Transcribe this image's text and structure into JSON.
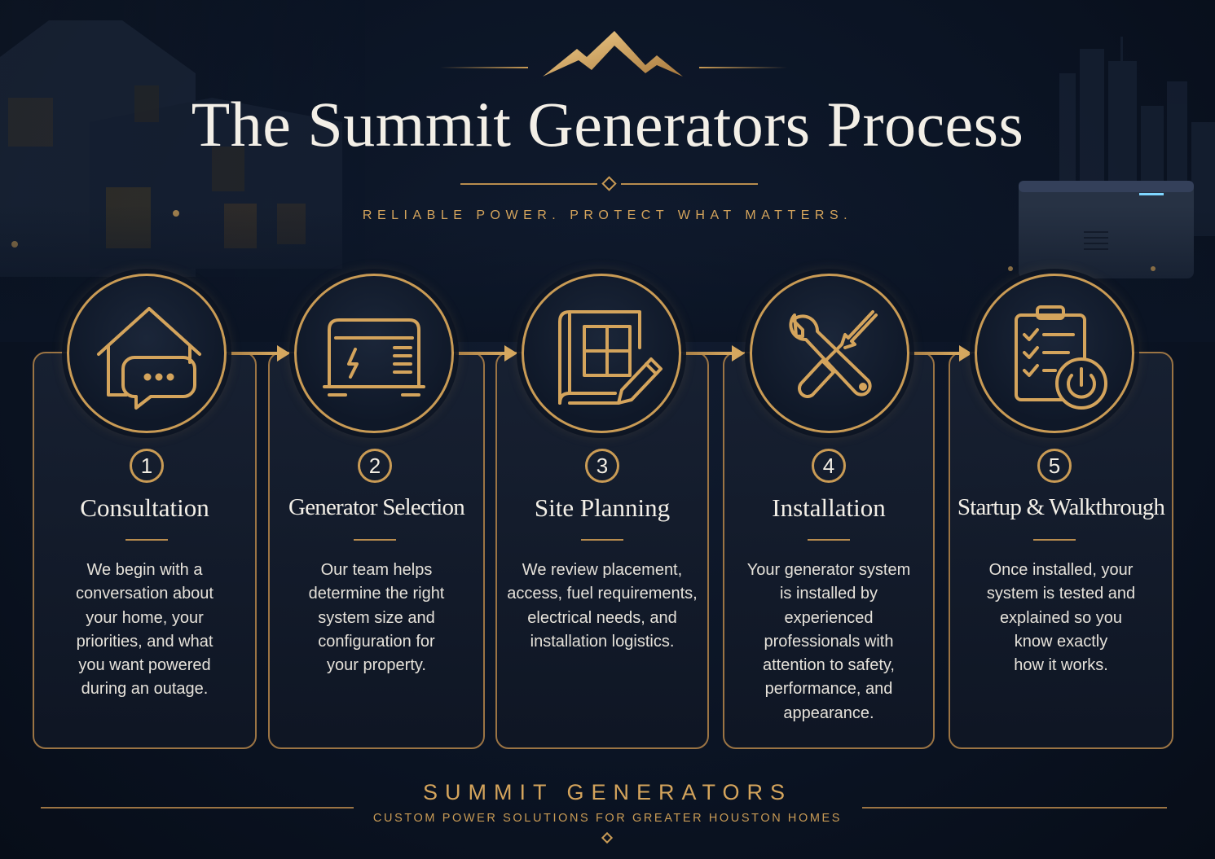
{
  "header": {
    "title": "The Summit Generators Process",
    "tagline": "RELIABLE POWER. PROTECT WHAT MATTERS."
  },
  "colors": {
    "background": "#0b1424",
    "gold": "#c99b55",
    "text": "#f3efe7"
  },
  "steps": [
    {
      "number": "1",
      "title": "Consultation",
      "icon": "house-chat-icon",
      "description": "We begin with a\nconversation about\nyour home, your\npriorities, and what\nyou want powered\nduring an outage."
    },
    {
      "number": "2",
      "title": "Generator Selection",
      "icon": "generator-icon",
      "description": "Our team helps\ndetermine the right\nsystem size and\nconfiguration for\nyour property."
    },
    {
      "number": "3",
      "title": "Site Planning",
      "icon": "blueprint-pencil-icon",
      "description": "We review placement,\naccess, fuel requirements,\nelectrical needs, and\ninstallation logistics."
    },
    {
      "number": "4",
      "title": "Installation",
      "icon": "wrench-screwdriver-icon",
      "description": "Your generator system\nis installed by\nexperienced\nprofessionals with\nattention to safety,\nperformance, and\nappearance."
    },
    {
      "number": "5",
      "title": "Startup & Walkthrough",
      "icon": "checklist-power-icon",
      "description": "Once installed, your\nsystem is tested and\nexplained so you\nknow exactly\nhow it works."
    }
  ],
  "footer": {
    "brand": "SUMMIT GENERATORS",
    "subtitle": "CUSTOM POWER SOLUTIONS FOR GREATER HOUSTON HOMES"
  }
}
